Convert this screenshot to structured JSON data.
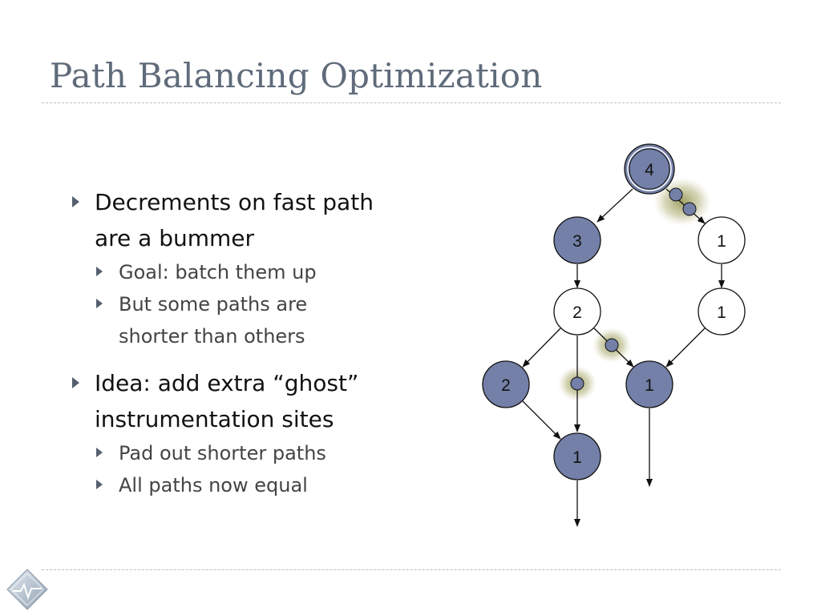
{
  "slide": {
    "title": "Path Balancing Optimization"
  },
  "bullets": [
    {
      "text_lines": [
        "Decrements on fast path",
        "are a bummer"
      ],
      "sub": [
        {
          "text_lines": [
            "Goal: batch them up"
          ]
        },
        {
          "text_lines": [
            "But some paths are",
            "shorter than others"
          ]
        }
      ]
    },
    {
      "text_lines": [
        "Idea: add extra “ghost”",
        "instrumentation sites"
      ],
      "sub": [
        {
          "text_lines": [
            "Pad out shorter paths"
          ]
        },
        {
          "text_lines": [
            "All paths now equal"
          ]
        }
      ]
    }
  ],
  "diagram": {
    "node_labels": {
      "n4": "4",
      "n3": "3",
      "n1a": "1",
      "n2w": "2",
      "n1b": "1",
      "n2f": "2",
      "n1c": "1",
      "n1d": "1"
    },
    "colors": {
      "filled_node": "#7480a8",
      "empty_node": "#ffffff",
      "stroke": "#111111",
      "ghost_glow": "#9a9a55"
    }
  }
}
